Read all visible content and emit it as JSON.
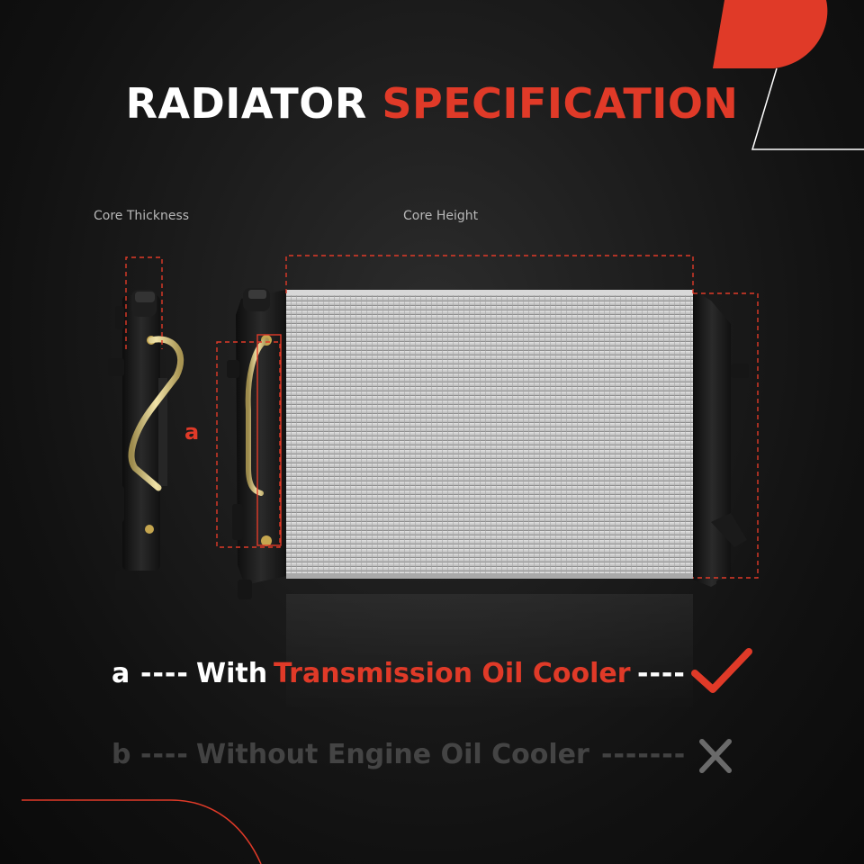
{
  "title": {
    "part1": "RADIATOR",
    "part2": "SPECIFICATION"
  },
  "dimensions": {
    "core_thickness": "Core Thickness",
    "core_height": "Core Height",
    "marker_a": "a"
  },
  "specs": [
    {
      "letter": "a",
      "dashes_before": "----",
      "text_white": "With",
      "text_red": "Transmission Oil Cooler",
      "dashes_after": "----",
      "icon": "check-icon",
      "active": true
    },
    {
      "letter": "b",
      "dashes_before": "----",
      "text_white": "Without Engine Oil Cooler",
      "dashes_after": "-------",
      "icon": "cross-icon",
      "active": false
    }
  ],
  "colors": {
    "accent": "#e03a28",
    "background": "#141414",
    "text": "#ffffff"
  }
}
